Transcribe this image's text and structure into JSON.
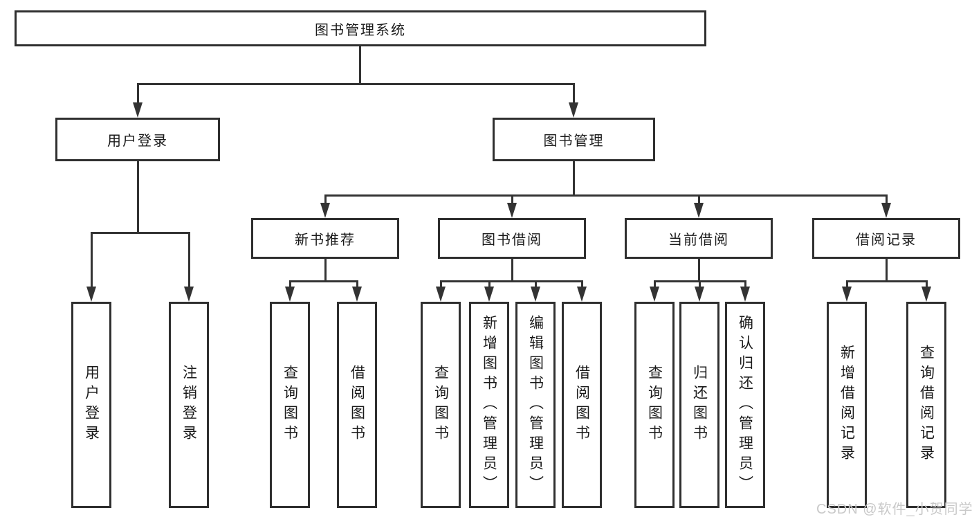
{
  "diagram": {
    "root": {
      "label": "图书管理系统"
    },
    "level2": [
      {
        "label": "用户登录"
      },
      {
        "label": "图书管理"
      }
    ],
    "level3": [
      {
        "label": "新书推荐"
      },
      {
        "label": "图书借阅"
      },
      {
        "label": "当前借阅"
      },
      {
        "label": "借阅记录"
      }
    ],
    "leaves": {
      "user_login": [
        "用户登录",
        "注销登录"
      ],
      "new_book": [
        "查询图书",
        "借阅图书"
      ],
      "book_borrow": [
        "查询图书",
        "新增图书（管理员）",
        "编辑图书（管理员）",
        "借阅图书"
      ],
      "current_borrow": [
        "查询图书",
        "归还图书",
        "确认归还（管理员）"
      ],
      "borrow_records": [
        "新增借阅记录",
        "查询借阅记录"
      ]
    }
  },
  "watermark": {
    "text": "CSDN @软件_小贺同学"
  },
  "colors": {
    "line": "#333333",
    "box_border": "#2f2f2f",
    "text": "#1a1a1a",
    "watermark": "#c9c9c9",
    "background": "#ffffff"
  }
}
